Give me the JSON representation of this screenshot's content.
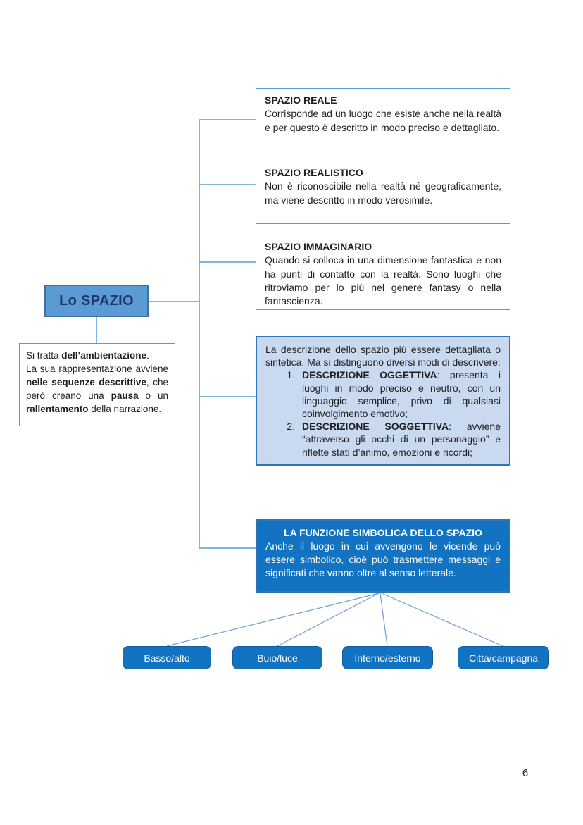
{
  "page": {
    "number": "6"
  },
  "root": {
    "label": "Lo SPAZIO"
  },
  "note": {
    "segments": [
      {
        "t": "Si tratta ",
        "b": false
      },
      {
        "t": "dell’ambientazione",
        "b": true
      },
      {
        "t": ".\n",
        "b": false
      },
      {
        "t": "La sua rappresentazione avviene ",
        "b": false
      },
      {
        "t": "nelle sequenze descrittive",
        "b": true
      },
      {
        "t": ", che però creano una ",
        "b": false
      },
      {
        "t": "pausa",
        "b": true
      },
      {
        "t": " o un ",
        "b": false
      },
      {
        "t": "rallentamento",
        "b": true
      },
      {
        "t": " della narrazione.",
        "b": false
      }
    ]
  },
  "type_boxes": [
    {
      "title": "SPAZIO REALE",
      "body": "Corrisponde ad un luogo che esiste anche nella realtà e per questo è descritto in modo preciso e dettagliato."
    },
    {
      "title": "SPAZIO REALISTICO",
      "body": "Non è riconoscibile nella realtà né geograficamente, ma viene descritto in modo verosimile."
    },
    {
      "title": "SPAZIO IMMAGINARIO",
      "body": "Quando si colloca in una dimensione fantastica e non ha punti di contatto con la realtà. Sono luoghi che ritroviamo per lo più nel genere fantasy o nella fantascienza."
    }
  ],
  "description_box": {
    "intro": "La descrizione dello spazio più essere dettagliata o sintetica. Ma si distinguono diversi modi di descrivere:",
    "items": [
      {
        "segments": [
          {
            "t": "DESCRIZIONE OGGETTIVA",
            "b": true
          },
          {
            "t": ": presenta i luoghi in modo preciso e neutro, con un linguaggio semplice, privo di qualsiasi coinvolgimento emotivo;",
            "b": false
          }
        ]
      },
      {
        "segments": [
          {
            "t": "DESCRIZIONE SOGGETTIVA",
            "b": true
          },
          {
            "t": ": avviene “attraverso gli occhi di un personaggio” e riflette stati d’animo, emozioni e ricordi;",
            "b": false
          }
        ]
      }
    ]
  },
  "symbolic_box": {
    "title": "LA FUNZIONE SIMBOLICA DELLO SPAZIO",
    "body": "Anche il luogo in cui avvengono le vicende può essere simbolico, cioè può trasmettere messaggi e significati che vanno oltre al senso letterale."
  },
  "leaf_boxes": [
    {
      "label": "Basso/alto"
    },
    {
      "label": "Buio/luce"
    },
    {
      "label": "Interno/esterno"
    },
    {
      "label": "Città/campagna"
    }
  ],
  "colors": {
    "connector_blue": "#5b9bd5",
    "root_fill": "#5b9bd5",
    "root_border": "#41719c",
    "root_text": "#1f3864",
    "light_blue_fill": "#c9d9ef",
    "dark_blue_fill": "#1173c2",
    "dark_blue_border": "#2e75b6",
    "leaf_fill": "#1173c2",
    "text_dark": "#1f1f1f"
  }
}
